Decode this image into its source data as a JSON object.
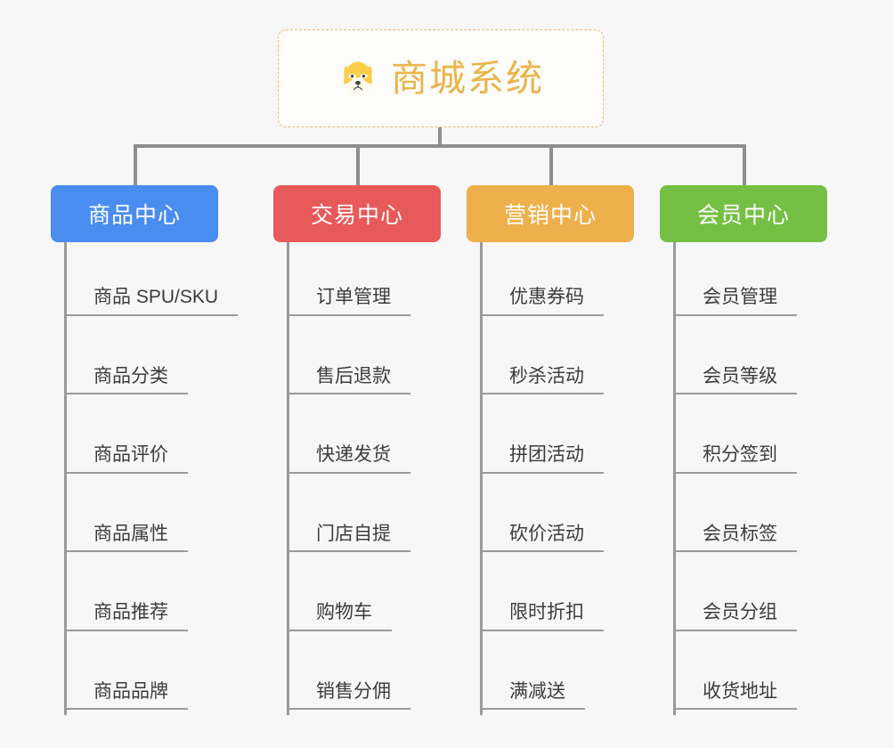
{
  "root": {
    "title": "商城系统",
    "icon": "shiba-dog-face-icon",
    "accent_color": "#eab44a",
    "border_color": "#e8bc6a"
  },
  "background_color": "#f7f7f7",
  "connector_color": "#8e8e8e",
  "columns": [
    {
      "title": "商品中心",
      "color": "#4a8df0",
      "items": [
        "商品 SPU/SKU",
        "商品分类",
        "商品评价",
        "商品属性",
        "商品推荐",
        "商品品牌"
      ]
    },
    {
      "title": "交易中心",
      "color": "#e8595a",
      "items": [
        "订单管理",
        "售后退款",
        "快递发货",
        "门店自提",
        "购物车",
        "销售分佣"
      ]
    },
    {
      "title": "营销中心",
      "color": "#eeb04a",
      "items": [
        "优惠券码",
        "秒杀活动",
        "拼团活动",
        "砍价活动",
        "限时折扣",
        "满减送"
      ]
    },
    {
      "title": "会员中心",
      "color": "#74c044",
      "items": [
        "会员管理",
        "会员等级",
        "积分签到",
        "会员标签",
        "会员分组",
        "收货地址"
      ]
    }
  ]
}
